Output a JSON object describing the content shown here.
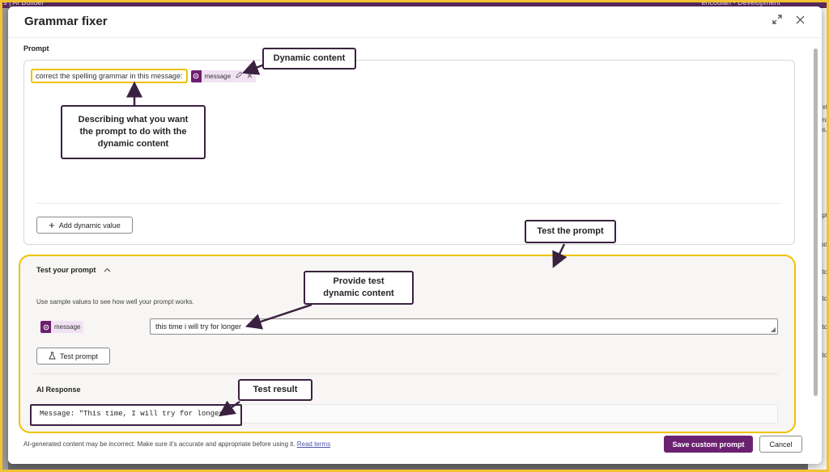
{
  "background": {
    "left_text": "s  |  AI Builder",
    "right_text": "encodian - Development",
    "side_fragments": [
      "xt",
      "rami",
      "ns,",
      "mpt",
      "od",
      "sto",
      "sto",
      "sto",
      "sto"
    ]
  },
  "dialog": {
    "title": "Grammar fixer",
    "expand_icon": "expand-icon",
    "close_icon": "close-icon"
  },
  "prompt": {
    "section_label": "Prompt",
    "text": "correct the spelling grammar in this message:",
    "token_label": "message",
    "token_icon": "dynamic-value-icon",
    "edit_icon": "pencil-icon",
    "remove_icon": "close-icon",
    "add_dynamic_label": "Add dynamic value"
  },
  "test": {
    "header": "Test your prompt",
    "description": "Use sample values to see how well your prompt works.",
    "token_label": "message",
    "input_value": "this time i will try for longer",
    "test_button_label": "Test prompt",
    "ai_response_label": "AI Response",
    "ai_result": "Message: \"This time, I will try for longer.\""
  },
  "footer": {
    "note": "AI-generated content may be incorrect. Make sure it's accurate and appropriate before using it.",
    "link": "Read terms",
    "save_label": "Save custom prompt",
    "cancel_label": "Cancel"
  },
  "annotations": {
    "dynamic_content": "Dynamic content",
    "describing": "Describing what you want the prompt to do with the dynamic content",
    "test_the_prompt": "Test the prompt",
    "provide_test": "Provide test dynamic content",
    "test_result": "Test result"
  },
  "colors": {
    "accent": "#6b2170",
    "highlight": "#f0c200",
    "callout_border": "#3a2140"
  }
}
